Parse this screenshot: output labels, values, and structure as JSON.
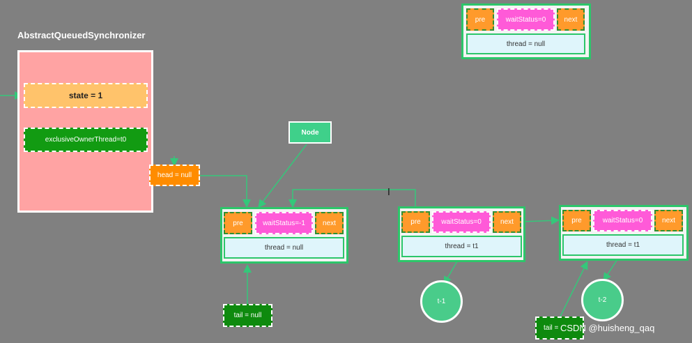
{
  "aqs": {
    "title": "AbstractQueuedSynchronizer",
    "state": "state = 1",
    "owner": "exclusiveOwnerThread=t0"
  },
  "head_label": "head = null",
  "tail_label": "tail = null",
  "tail_label_2": "tail =",
  "node_label": "Node",
  "nodes": [
    {
      "pre": "pre",
      "waitStatus": "waitStatus=0",
      "next": "next",
      "thread": "thread = null"
    },
    {
      "pre": "pre",
      "waitStatus": "waitStatus=-1",
      "next": "next",
      "thread": "thread = null"
    },
    {
      "pre": "pre",
      "waitStatus": "waitStatus=0",
      "next": "next",
      "thread": "thread = t1"
    },
    {
      "pre": "pre",
      "waitStatus": "waitStatus=0",
      "next": "next",
      "thread": "thread = t1"
    }
  ],
  "threads": [
    "t-1",
    "t-2"
  ],
  "watermark": "CSDN @huisheng_qaq",
  "colors": {
    "background": "#808080",
    "aqs_fill": "#ffa3a3",
    "state_fill": "#ffc36b",
    "owner_fill": "#129b12",
    "head_fill": "#ff8c00",
    "node_border": "#2cc66a",
    "pre_next_fill": "#ff9a2b",
    "wait_status_fill": "#ff5ad8",
    "thread_fill": "#dff5fb",
    "circle_fill": "#49cc8a",
    "connector": "#35c77a"
  }
}
